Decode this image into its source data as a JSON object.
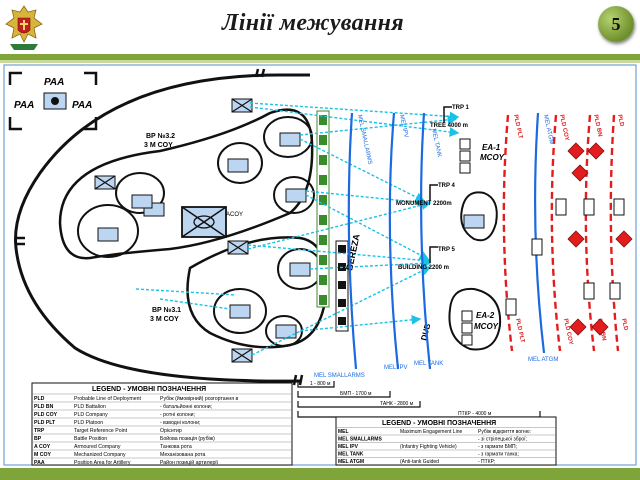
{
  "header": {
    "title": "Лінії межування",
    "slide_number": "5"
  },
  "labels": {
    "paa": "PAA",
    "bp2": "BP №3.2",
    "bp2_unit": "3 M COY",
    "bp1": "BP №3.1",
    "bp1_unit": "3 M COY",
    "acoy": "ACOY",
    "bereza": "BEREZA",
    "dub": "DUB",
    "trp1": "TRP 1",
    "trp1_note": "TREE 4000 m",
    "trp4": "TRP 4",
    "trp4_note": "MONUMENT 2200m",
    "trp5": "TRP 5",
    "trp5_note": "BUILDING 2200 m",
    "ea1": "EA-1",
    "ea1_unit": "MCOY",
    "ea2": "EA-2",
    "ea2_unit": "MCOY",
    "mel_small_top": "MEL SMALLARMS",
    "mel_ipv_top": "MEL IPV",
    "mel_tank_top": "MEL TANK",
    "mel_atgm_top": "MEL ATGM",
    "pld_plt_top": "PLD PLT",
    "pld_coy_top": "PLD COY",
    "pld_bn_top": "PLD BN",
    "pld_top": "PLD",
    "mel_small_bot": "MEL SMALLARMS",
    "mel_ipv_bot": "MEL IPV",
    "mel_tank_bot": "MEL TANK",
    "mel_atgm_bot": "MEL ATGM",
    "pld_plt_bot": "PLD PLT",
    "pld_coy_bot": "PLD COY",
    "pld_bn_bot": "PLD BN",
    "pld_bot": "PLD",
    "dist_1": "1 - 800 м",
    "dist_2": "БМП - 1700 м",
    "dist_3": "ТАНК - 2800 м",
    "dist_4": "ПТКР - 4000 м"
  },
  "legend_left": {
    "title": "LEGEND - УМОВНІ ПОЗНАЧЕННЯ",
    "rows": [
      [
        "PLD",
        "Probable Line of Deployment",
        "Рубіж (ймовірний) розгортання в"
      ],
      [
        "PLD BN",
        "PLD Battalion",
        "- батальйонні колони;"
      ],
      [
        "PLD COY",
        "PLD Company",
        "- ротні колони;"
      ],
      [
        "PLD PLT",
        "PLD Platoon",
        "- взводні колони;"
      ],
      [
        "TRP",
        "Target Reference Point",
        "Орієнтир"
      ],
      [
        "BP",
        "Battle Position",
        "Бойова позиція (рубіж)"
      ],
      [
        "A COY",
        "Armoured Company",
        "Танкова рота"
      ],
      [
        "M COY",
        "Mechanized Company",
        "Механізована рота"
      ],
      [
        "PAA",
        "Position Area for Artillery",
        "Район позицій артилерії"
      ]
    ]
  },
  "legend_right": {
    "title": "LEGEND - УМОВНІ ПОЗНАЧЕННЯ",
    "rows": [
      [
        "MEL",
        "Maximum Engagement Line",
        "Рубіж відкриття вогню:"
      ],
      [
        "MEL SMALLARMS",
        "",
        "- зі стрілецької зброї;"
      ],
      [
        "MEL IPV",
        "(Infantry Fighting Vehicle)",
        "- з гармати БМП;"
      ],
      [
        "MEL TANK",
        "",
        "- з гармати танка;"
      ],
      [
        "MEL ATGM",
        "(Anti-tank Guided",
        "- ПТКР;"
      ]
    ]
  },
  "colors": {
    "accent_green": "#7fa43a",
    "arrow_cyan": "#19c2e6",
    "mel_blue": "#1b6ae0",
    "pld_red": "#e31d1d",
    "unit_fill": "#bcd5f0",
    "green_check": "#3b8b2e"
  }
}
